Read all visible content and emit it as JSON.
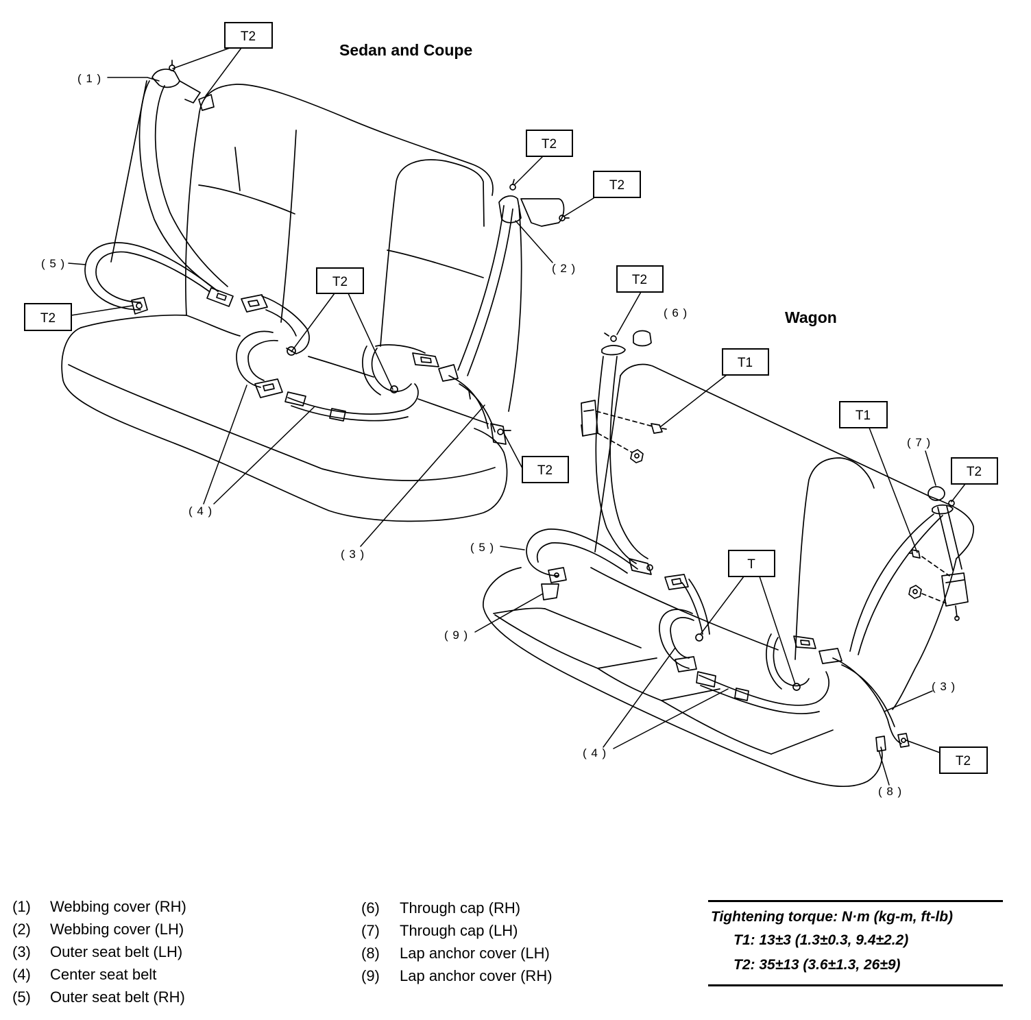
{
  "sedan": {
    "title": "Sedan and Coupe",
    "callouts": {
      "webbing_cover_rh": "( 1 )",
      "outer_belt_rh": "( 5 )",
      "webbing_cover_lh": "( 2 )",
      "center_belt": "( 4 )",
      "outer_belt_lh": "( 3 )"
    },
    "torque_marks": [
      "T2",
      "T2",
      "T2",
      "T2",
      "T2",
      "T2"
    ]
  },
  "wagon": {
    "title": "Wagon",
    "callouts": {
      "through_cap_rh": "( 6 )",
      "through_cap_lh": "( 7 )",
      "outer_belt_rh": "( 5 )",
      "lap_anchor_cover_rh": "( 9 )",
      "center_belt": "( 4 )",
      "outer_belt_lh": "( 3 )",
      "lap_anchor_cover_lh": "( 8 )"
    },
    "torque_marks": [
      "T2",
      "T1",
      "T1",
      "T2",
      "T",
      "T2"
    ]
  },
  "legend": {
    "column_1": [
      {
        "number": "(1)",
        "text": "Webbing cover (RH)"
      },
      {
        "number": "(2)",
        "text": "Webbing cover (LH)"
      },
      {
        "number": "(3)",
        "text": "Outer seat belt (LH)"
      },
      {
        "number": "(4)",
        "text": "Center seat belt"
      },
      {
        "number": "(5)",
        "text": "Outer seat belt (RH)"
      }
    ],
    "column_2": [
      {
        "number": "(6)",
        "text": "Through cap (RH)"
      },
      {
        "number": "(7)",
        "text": "Through cap (LH)"
      },
      {
        "number": "(8)",
        "text": "Lap anchor cover (LH)"
      },
      {
        "number": "(9)",
        "text": "Lap anchor cover (RH)"
      }
    ]
  },
  "torque_spec": {
    "heading": "Tightening torque: N·m (kg-m, ft-lb)",
    "t1": "T1: 13±3 (1.3±0.3, 9.4±2.2)",
    "t2": "T2: 35±13 (3.6±1.3, 26±9)"
  }
}
